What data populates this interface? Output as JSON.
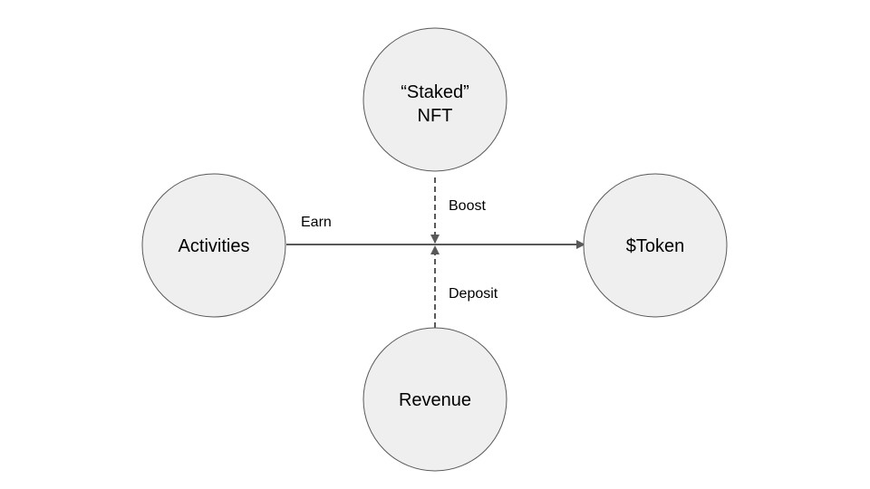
{
  "diagram": {
    "nodes": {
      "staked_nft": {
        "line1": "“Staked”",
        "line2": "NFT"
      },
      "activities": {
        "label": "Activities"
      },
      "token": {
        "label": "$Token"
      },
      "revenue": {
        "label": "Revenue"
      }
    },
    "edges": {
      "earn": {
        "label": "Earn"
      },
      "boost": {
        "label": "Boost"
      },
      "deposit": {
        "label": "Deposit"
      }
    },
    "colors": {
      "node_fill": "#efefef",
      "node_stroke": "#595959",
      "edge": "#595959",
      "text": "#000000"
    }
  }
}
